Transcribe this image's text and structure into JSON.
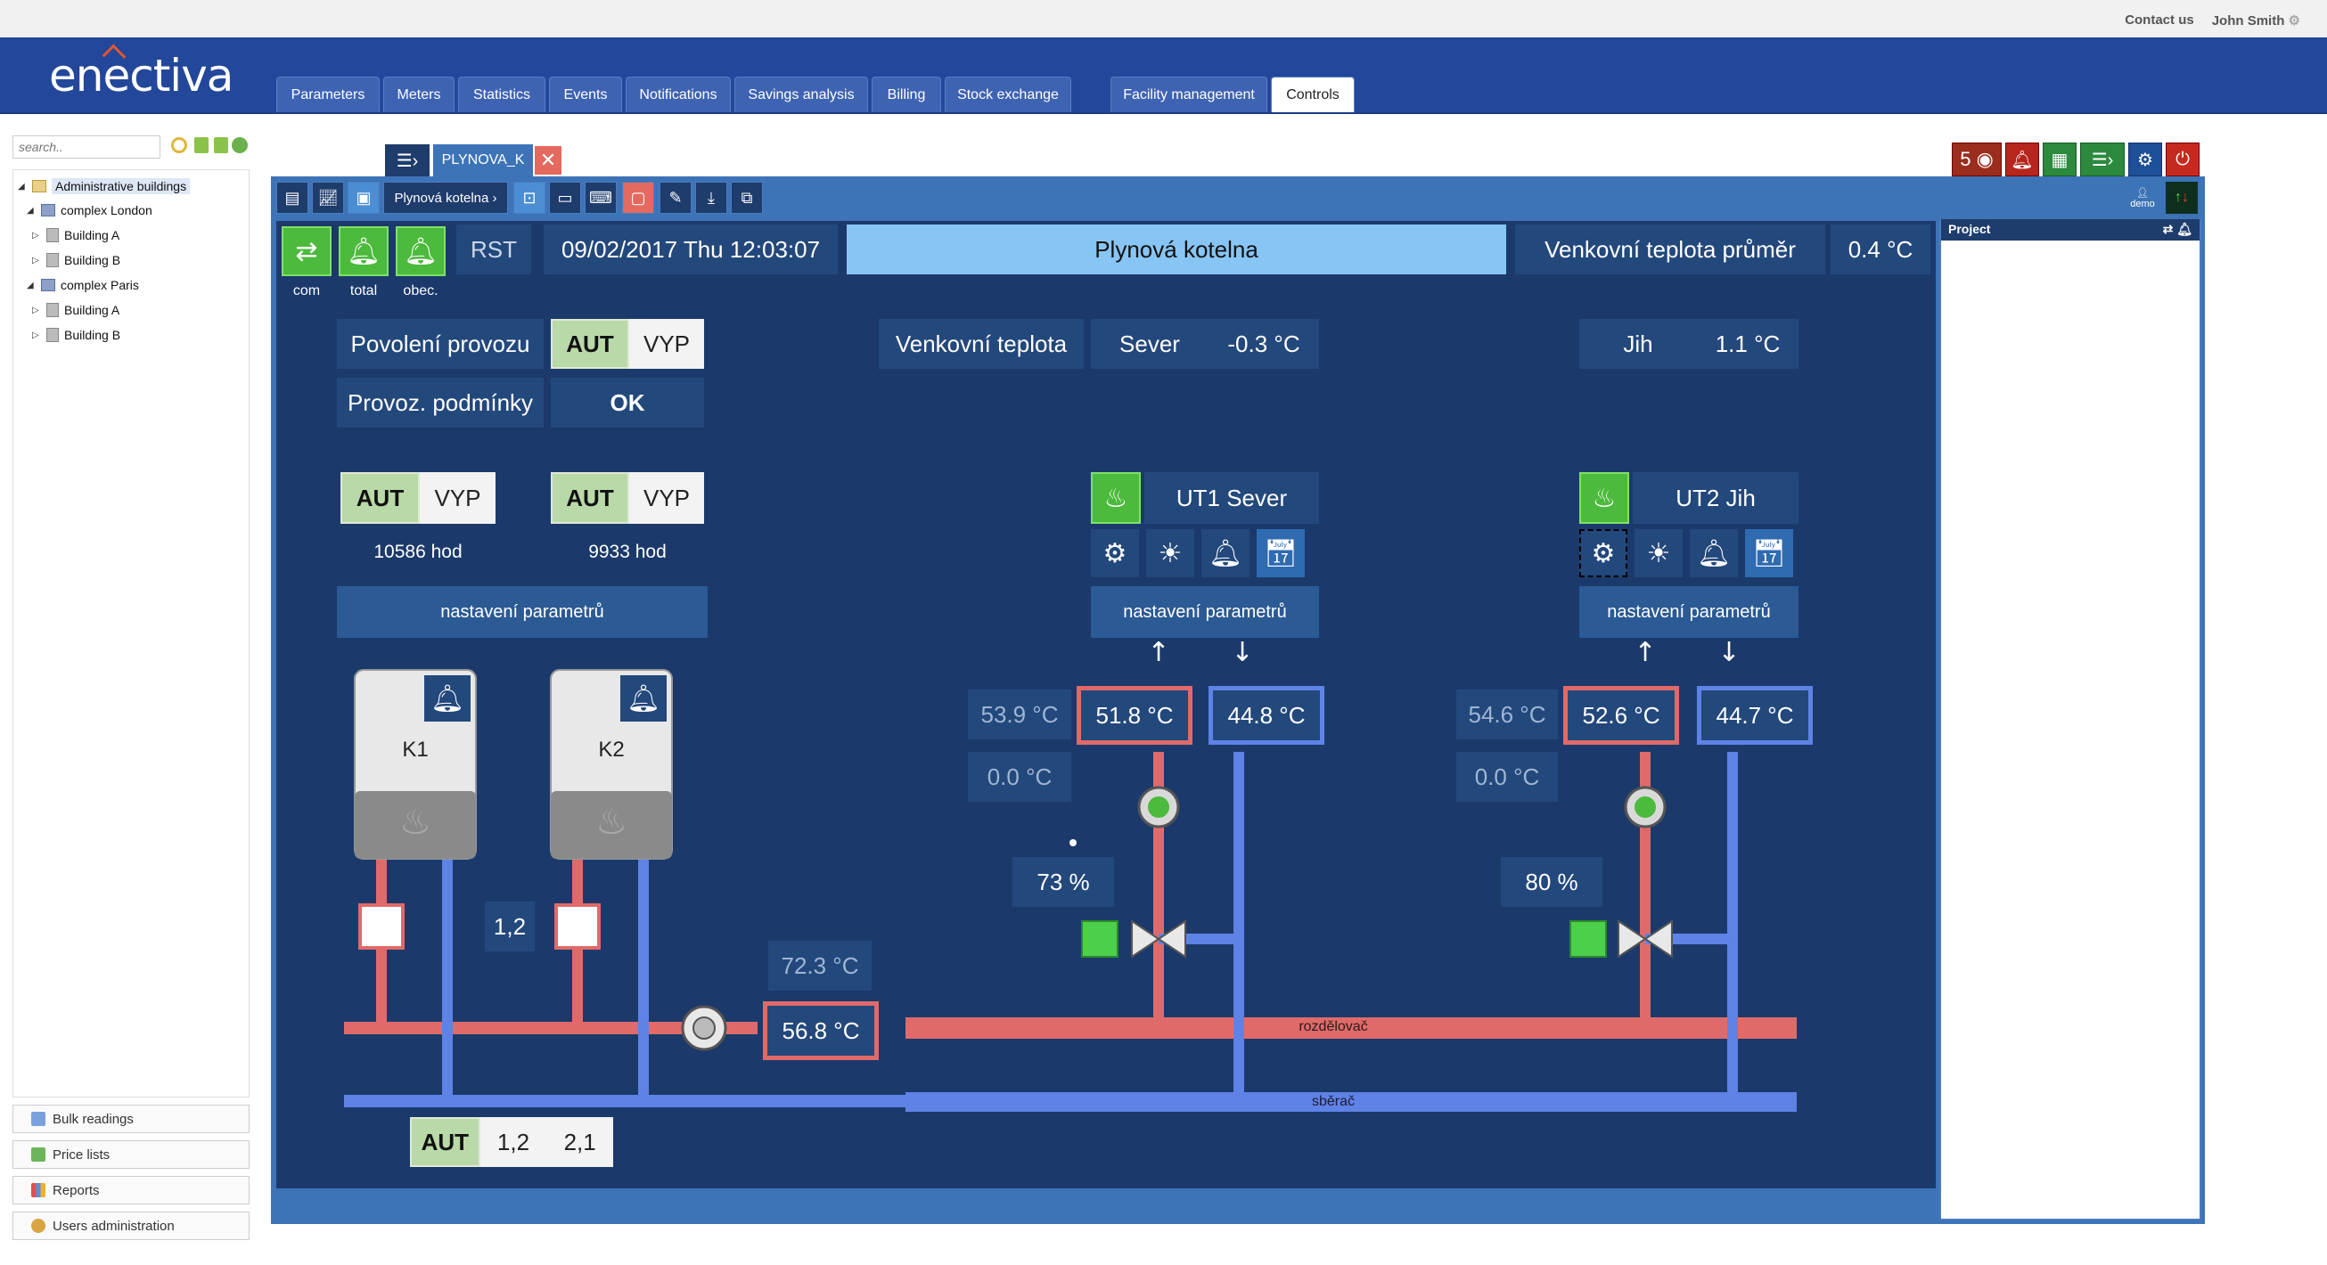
{
  "top_links": {
    "contact": "Contact us",
    "user": "John Smith"
  },
  "app": {
    "logo": "enectiva"
  },
  "nav_tabs": [
    {
      "label": "Parameters"
    },
    {
      "label": "Meters"
    },
    {
      "label": "Statistics"
    },
    {
      "label": "Events"
    },
    {
      "label": "Notifications"
    },
    {
      "label": "Savings analysis"
    },
    {
      "label": "Billing"
    },
    {
      "label": "Stock exchange"
    },
    {
      "label": "Facility management"
    },
    {
      "label": "Controls"
    }
  ],
  "sidebar": {
    "search_placeholder": "search..",
    "tree": [
      {
        "label": "Administrative buildings"
      },
      {
        "label": "complex London"
      },
      {
        "label": "Building A"
      },
      {
        "label": "Building B"
      },
      {
        "label": "complex Paris"
      },
      {
        "label": "Building A"
      },
      {
        "label": "Building B"
      }
    ],
    "buttons": [
      {
        "label": "Bulk readings"
      },
      {
        "label": "Price lists"
      },
      {
        "label": "Reports"
      },
      {
        "label": "Users administration"
      }
    ]
  },
  "doc_tab": {
    "label": "PLYNOVA_K"
  },
  "alarm_count": "5",
  "toolbar": {
    "breadcrumb": "Plynová kotelna",
    "demo": "demo"
  },
  "project_panel": {
    "title": "Project"
  },
  "scada": {
    "status_labels": [
      "com",
      "total",
      "obec."
    ],
    "rst": "RST",
    "datetime": "09/02/2017 Thu 12:03:07",
    "title": "Plynová kotelna",
    "avg_outdoor_label": "Venkovní teplota průměr",
    "avg_outdoor_value": "0.4 °C",
    "enable_label": "Povolení provozu",
    "aut": "AUT",
    "vyp": "VYP",
    "conditions_label": "Provoz. podmínky",
    "conditions_value": "OK",
    "outdoor_label": "Venkovní teplota",
    "north_label": "Sever",
    "north_value": "-0.3 °C",
    "south_label": "Jih",
    "south_value": "1.1 °C",
    "k1_hours": "10586 hod",
    "k2_hours": "9933 hod",
    "params_btn": "nastavení parametrů",
    "k1": "K1",
    "k2": "K2",
    "boiler_seq": "1,2",
    "ut1_title": "UT1 Sever",
    "ut2_title": "UT2 Jih",
    "ut1_return_prev": "53.9 °C",
    "ut1_supply": "51.8 °C",
    "ut1_return": "44.8 °C",
    "ut1_zero": "0.0 °C",
    "ut1_valve": "73 %",
    "ut2_return_prev": "54.6 °C",
    "ut2_supply": "52.6 °C",
    "ut2_return": "44.7 °C",
    "ut2_zero": "0.0 °C",
    "ut2_valve": "80 %",
    "header_pre": "72.3 °C",
    "header_temp": "56.8 °C",
    "distributor": "rozdělovač",
    "collector": "sběrač",
    "seq_options": [
      "AUT",
      "1,2",
      "2,1"
    ]
  },
  "colors": {
    "header_blue": "#23479b",
    "scada_bg": "#1b3a6b",
    "supply_red": "#e06a6a",
    "return_blue": "#5f82e6",
    "status_green": "#4cba3c",
    "title_bar": "#87c5f4"
  }
}
